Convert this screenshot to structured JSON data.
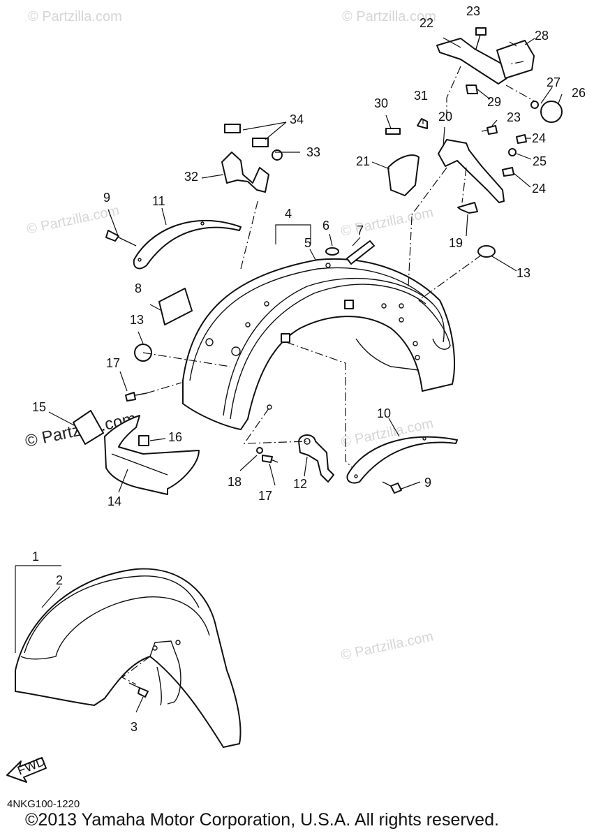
{
  "diagram": {
    "callouts": [
      {
        "id": "c1",
        "label": "1"
      },
      {
        "id": "c2",
        "label": "2"
      },
      {
        "id": "c3",
        "label": "3"
      },
      {
        "id": "c4",
        "label": "4"
      },
      {
        "id": "c5",
        "label": "5"
      },
      {
        "id": "c6",
        "label": "6"
      },
      {
        "id": "c7",
        "label": "7"
      },
      {
        "id": "c8",
        "label": "8"
      },
      {
        "id": "c9a",
        "label": "9"
      },
      {
        "id": "c9b",
        "label": "9"
      },
      {
        "id": "c10",
        "label": "10"
      },
      {
        "id": "c11",
        "label": "11"
      },
      {
        "id": "c12",
        "label": "12"
      },
      {
        "id": "c13a",
        "label": "13"
      },
      {
        "id": "c13b",
        "label": "13"
      },
      {
        "id": "c14",
        "label": "14"
      },
      {
        "id": "c15",
        "label": "15"
      },
      {
        "id": "c16",
        "label": "16"
      },
      {
        "id": "c17a",
        "label": "17"
      },
      {
        "id": "c17b",
        "label": "17"
      },
      {
        "id": "c18",
        "label": "18"
      },
      {
        "id": "c19",
        "label": "19"
      },
      {
        "id": "c20",
        "label": "20"
      },
      {
        "id": "c21",
        "label": "21"
      },
      {
        "id": "c22",
        "label": "22"
      },
      {
        "id": "c23a",
        "label": "23"
      },
      {
        "id": "c23b",
        "label": "23"
      },
      {
        "id": "c24a",
        "label": "24"
      },
      {
        "id": "c24b",
        "label": "24"
      },
      {
        "id": "c25",
        "label": "25"
      },
      {
        "id": "c26",
        "label": "26"
      },
      {
        "id": "c27",
        "label": "27"
      },
      {
        "id": "c28",
        "label": "28"
      },
      {
        "id": "c29",
        "label": "29"
      },
      {
        "id": "c30",
        "label": "30"
      },
      {
        "id": "c31",
        "label": "31"
      },
      {
        "id": "c32",
        "label": "32"
      },
      {
        "id": "c33",
        "label": "33"
      },
      {
        "id": "c34",
        "label": "34"
      }
    ],
    "fwd_label": "FWD",
    "watermark": "© Partzilla.com",
    "diagram_code": "4NKG100-1220",
    "copyright": "©2013  Yamaha Motor Corporation, U.S.A. All rights reserved."
  }
}
